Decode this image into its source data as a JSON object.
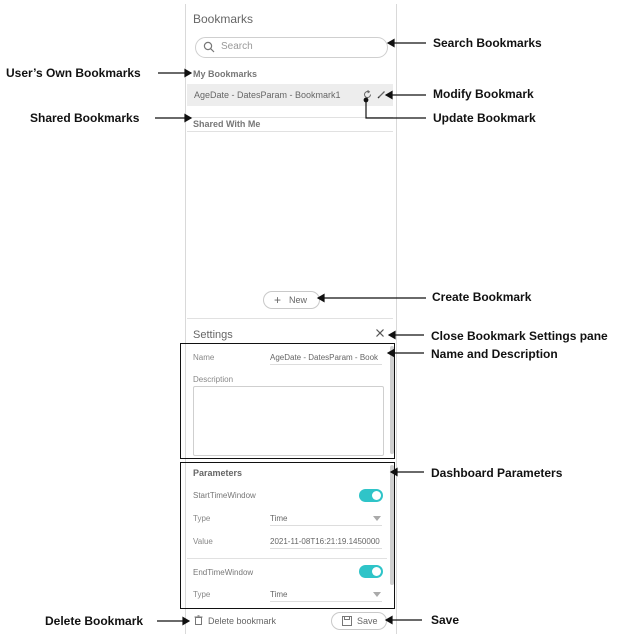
{
  "panel": {
    "title": "Bookmarks",
    "search_placeholder": "Search",
    "my_bookmarks_label": "My Bookmarks",
    "bookmark_name": "AgeDate - DatesParam - Bookmark1",
    "shared_label": "Shared With Me",
    "new_label": "New"
  },
  "settings": {
    "title": "Settings",
    "name_label": "Name",
    "name_value": "AgeDate - DatesParam - Book",
    "description_label": "Description",
    "parameters_title": "Parameters",
    "params": [
      {
        "name": "StartTimeWindow",
        "type_label": "Type",
        "type_value": "Time",
        "value_label": "Value",
        "value": "2021-11-08T16:21:19.1450000"
      },
      {
        "name": "EndTimeWindow",
        "type_label": "Type",
        "type_value": "Time"
      }
    ],
    "delete_label": "Delete bookmark",
    "save_label": "Save"
  },
  "annotations": {
    "search": "Search Bookmarks",
    "own": "User’s Own Bookmarks",
    "modify": "Modify Bookmark",
    "shared": "Shared Bookmarks",
    "update": "Update Bookmark",
    "create": "Create Bookmark",
    "close": "Close Bookmark Settings pane",
    "name_desc": "Name and Description",
    "params": "Dashboard Parameters",
    "delete": "Delete Bookmark",
    "save": "Save"
  },
  "colors": {
    "toggle_on": "#2fc4c8"
  }
}
